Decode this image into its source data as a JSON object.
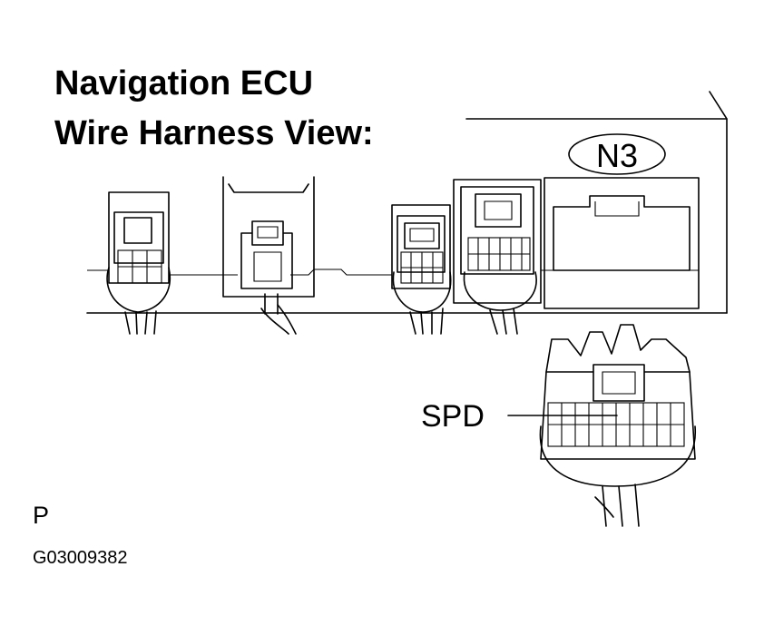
{
  "title": {
    "line1": "Navigation ECU",
    "line2": "Wire Harness View:"
  },
  "diagram": {
    "connector_label": "N3",
    "terminal_label": "SPD"
  },
  "footer": {
    "page_mark": "P",
    "figure_code": "G03009382"
  }
}
